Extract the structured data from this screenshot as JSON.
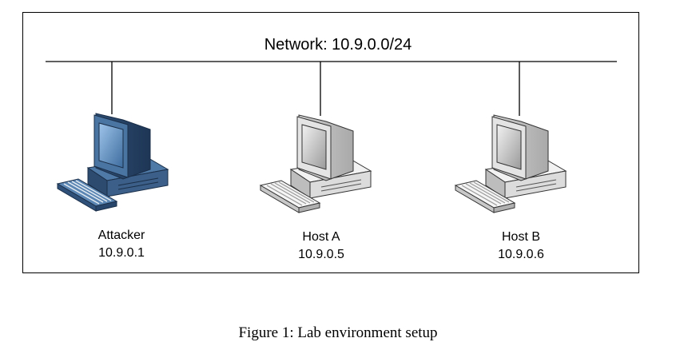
{
  "network": {
    "label": "Network: 10.9.0.0/24"
  },
  "hosts": [
    {
      "name": "Attacker",
      "ip": "10.9.0.1",
      "color": "#3b5f88",
      "icon": "desktop-computer-icon"
    },
    {
      "name": "Host A",
      "ip": "10.9.0.5",
      "color": "#e8e8e8",
      "icon": "desktop-computer-icon"
    },
    {
      "name": "Host B",
      "ip": "10.9.0.6",
      "color": "#e8e8e8",
      "icon": "desktop-computer-icon"
    }
  ],
  "caption": "Figure 1: Lab environment setup"
}
